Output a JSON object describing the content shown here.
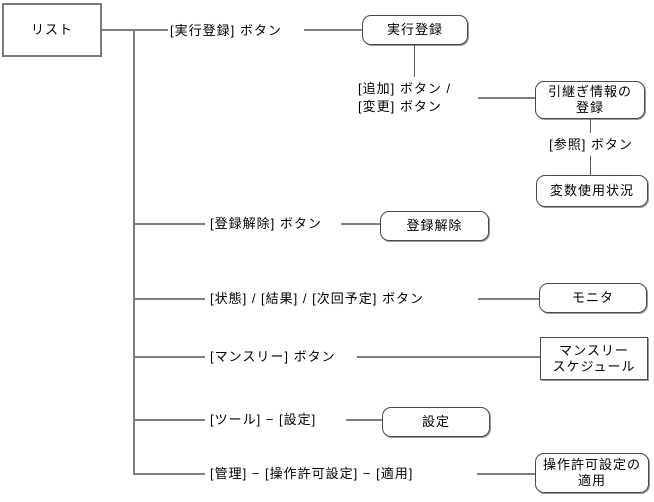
{
  "diagram": {
    "root": {
      "label": "リスト"
    },
    "branch1": {
      "label": "[実行登録] ボタン",
      "box": "実行登録"
    },
    "sub1": {
      "label": "[追加] ボタン /\n[変更] ボタン",
      "box": "引継ぎ情報の\n登録"
    },
    "sub2": {
      "label": "[参照] ボタン",
      "box": "変数使用状況"
    },
    "branch2": {
      "label": "[登録解除] ボタン",
      "box": "登録解除"
    },
    "branch3": {
      "label": "[状態] / [結果] / [次回予定] ボタン",
      "box": "モニタ"
    },
    "branch4": {
      "label": "[マンスリー] ボタン",
      "box": "マンスリー\nスケジュール"
    },
    "branch5": {
      "label": "[ツール] − [設定]",
      "box": "設定"
    },
    "branch6": {
      "label": "[管理] − [操作許可設定] − [適用]",
      "box": "操作許可設定の\n適用"
    },
    "colors": {
      "background": "#ffffff",
      "line": "#7f7f7f",
      "box_border": "#4a4a4a",
      "root_border": "#7a7a7a",
      "text": "#000000"
    }
  }
}
